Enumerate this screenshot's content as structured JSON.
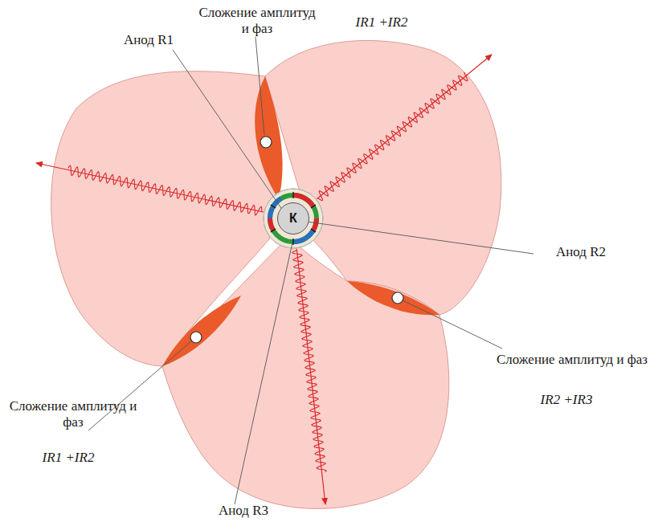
{
  "diagram": {
    "nodes": [
      {
        "text": [
          "К"
        ]
      }
    ],
    "labels": [
      "Сложение амплитуд и фаз",
      "IR1 +IR2",
      "Анод R1",
      "Анод R2",
      "Сложение амплитуд и фаз",
      "IR2 +IR3",
      "Сложение амплитуд и фаз",
      "IR1 +IR2",
      "Анод R3"
    ]
  }
}
